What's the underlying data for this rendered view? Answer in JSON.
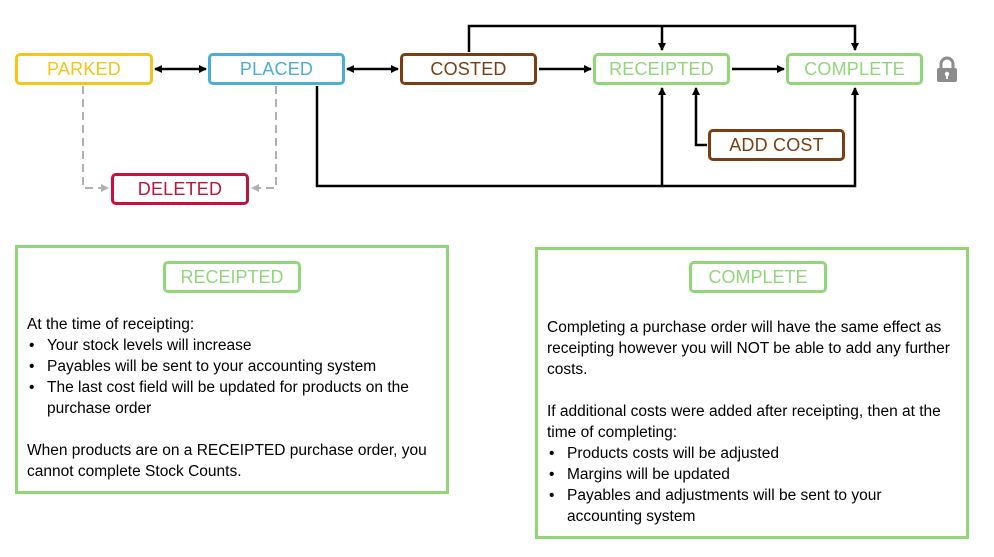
{
  "nodes": {
    "parked": "PARKED",
    "placed": "PLACED",
    "costed": "COSTED",
    "receipted": "RECEIPTED",
    "complete": "COMPLETE",
    "add_cost": "ADD COST",
    "deleted": "DELETED"
  },
  "colors": {
    "parked": "#f5c518",
    "placed": "#4aaed9",
    "costed": "#7a3e12",
    "receipted": "#92d67a",
    "complete": "#92d67a",
    "add_cost": "#7a3e12",
    "deleted": "#c0143c",
    "arrow": "#000000",
    "dashed_arrow": "#b0b0b0",
    "panel_border": "#92d67a",
    "lock": "#8c8c8c"
  },
  "lock_icon": "padlock-icon",
  "panels": {
    "receipted": {
      "title": "RECEIPTED",
      "intro": "At the time of receipting:",
      "bullets": [
        "Your stock levels will increase",
        "Payables will be sent to your accounting system",
        "The last cost field will be updated for products on the purchase order"
      ],
      "note": "When products are on a RECEIPTED purchase order, you cannot complete Stock Counts."
    },
    "complete": {
      "title": "COMPLETE",
      "intro": "Completing a purchase order will have the same effect as receipting however you will NOT be able to add any further costs.",
      "intro2": "If additional costs were added after receipting, then at the time of completing:",
      "bullets": [
        "Products costs will be adjusted",
        "Margins will be updated",
        "Payables and adjustments will be sent to your accounting system"
      ]
    }
  }
}
